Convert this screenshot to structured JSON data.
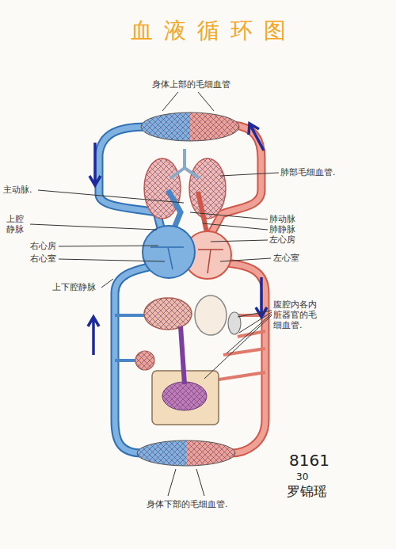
{
  "diagram": {
    "title": "血液循环图",
    "labels": [
      "身体上部的毛细血管",
      "肺部毛细血管.",
      "主动脉.",
      "上腔静脉",
      "右心房",
      "右心室",
      "肺动脉",
      "肺静脉",
      "左心房",
      "左心室",
      "上下腔静脉",
      "腹腔内各内脏器官的毛细血管.",
      "身体下部的毛细血管.",
      "8161",
      "30",
      "罗锦瑶"
    ]
  }
}
